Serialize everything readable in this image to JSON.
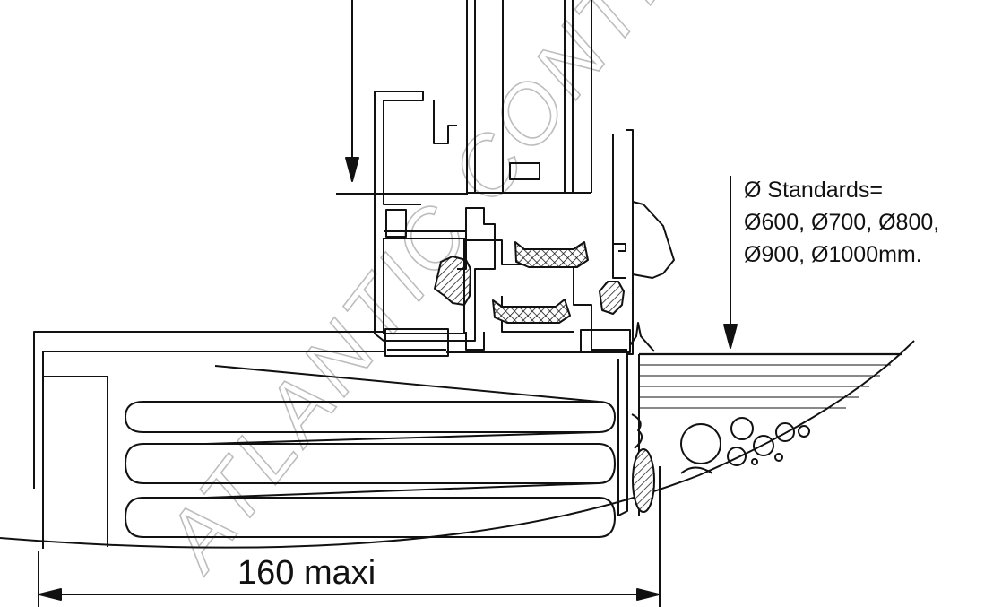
{
  "annotations": {
    "standards_title": "Ø Standards=",
    "standards_line1": "Ø600, Ø700, Ø800,",
    "standards_line2": "Ø900, Ø1000mm.",
    "dimension_label": "160 maxi"
  },
  "watermark": {
    "text": "ATLANTIC CONTRAC"
  }
}
